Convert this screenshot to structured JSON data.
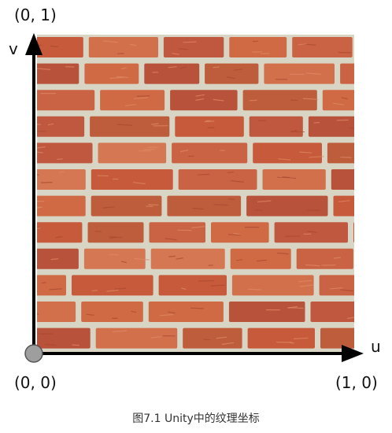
{
  "figure": {
    "caption": "图7.1 Unity中的纹理坐标",
    "texture": "brick-wall",
    "axes": {
      "u": {
        "label": "u",
        "end_label": "(1, 0)"
      },
      "v": {
        "label": "v",
        "end_label": "(0, 1)"
      },
      "origin_label": "(0, 0)"
    }
  },
  "colors": {
    "mortar": "#d9d5c4",
    "brick": "#c8603d",
    "axis": "#000000",
    "origin_marker": "#9e9e9e"
  }
}
